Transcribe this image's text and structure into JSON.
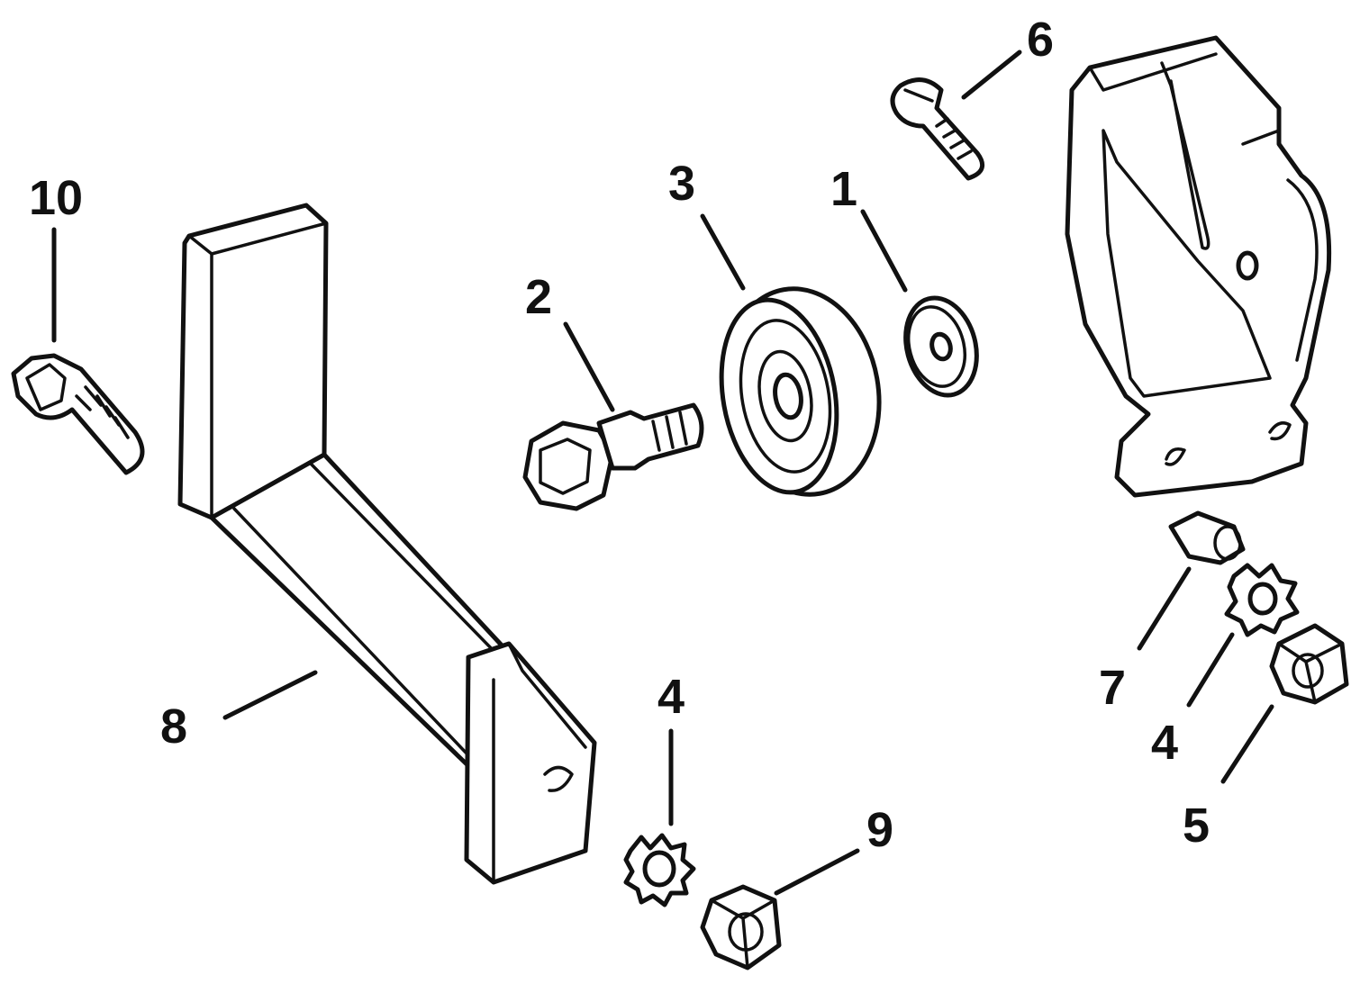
{
  "diagram": {
    "callouts": {
      "c1": "1",
      "c2": "2",
      "c3": "3",
      "c4a": "4",
      "c4b": "4",
      "c5": "5",
      "c6": "6",
      "c7": "7",
      "c8": "8",
      "c9": "9",
      "c10": "10"
    },
    "colors": {
      "ink": "#111111",
      "paper": "#ffffff"
    }
  }
}
